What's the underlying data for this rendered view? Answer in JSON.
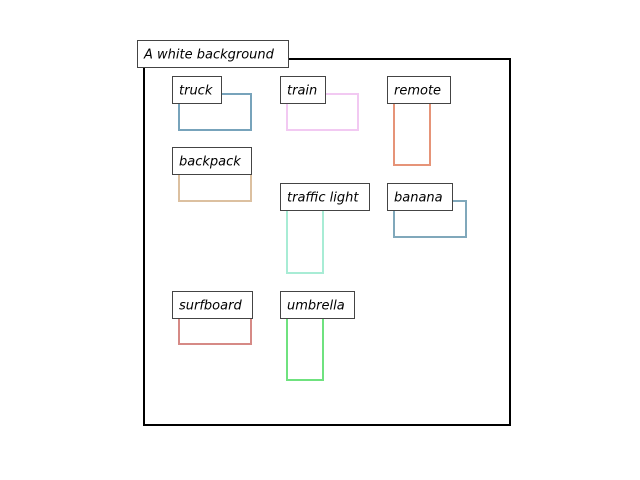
{
  "scene": {
    "background_label": "A white background",
    "frame_color": "#000000"
  },
  "objects": [
    {
      "label": "truck",
      "color": "#77a3bb"
    },
    {
      "label": "train",
      "color": "#f2c9f2"
    },
    {
      "label": "remote",
      "color": "#e69478"
    },
    {
      "label": "backpack",
      "color": "#dcc0a0"
    },
    {
      "label": "traffic light",
      "color": "#a8ecd5"
    },
    {
      "label": "banana",
      "color": "#80a8bb"
    },
    {
      "label": "surfboard",
      "color": "#d68a86"
    },
    {
      "label": "umbrella",
      "color": "#6fe27f"
    }
  ]
}
